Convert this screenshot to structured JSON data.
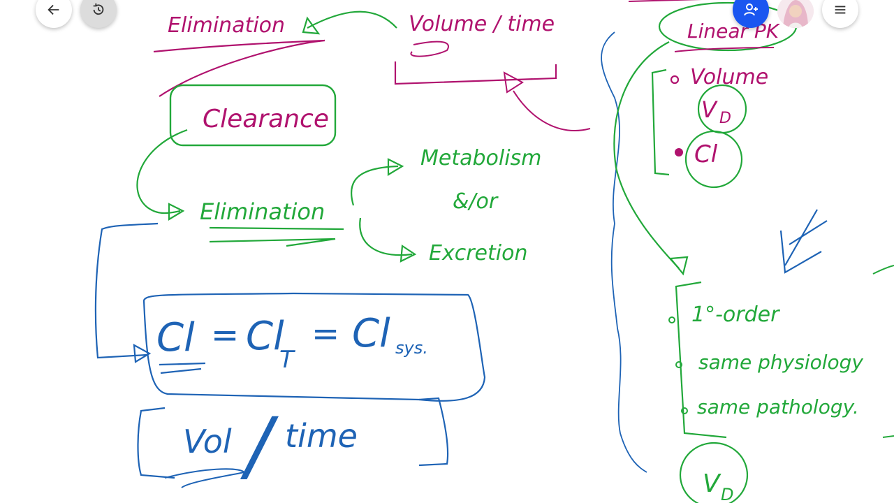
{
  "toolbar": {
    "back_icon": "arrow-left-icon",
    "history_icon": "history-icon",
    "add_user_icon": "person-add-icon",
    "menu_icon": "hamburger-icon"
  },
  "colors": {
    "magenta": "#b0126e",
    "green": "#22a83a",
    "blue": "#1e63b5",
    "accent": "#1a56f0"
  },
  "notes": {
    "elimination_top": "Elimination",
    "volume_time": "Volume / time",
    "clearance": "Clearance",
    "elimination_mid": "Elimination",
    "metabolism": "Metabolism",
    "and_or": "&/or",
    "excretion": "Excretion",
    "cl": "Cl",
    "eq1": "=",
    "cl_t": "Cl",
    "t_sub": "T",
    "eq2": "=",
    "cl_sys": "Cl",
    "sys_sub": "sys.",
    "vol": "Vol",
    "slash": "/",
    "time": "time",
    "linear_pk": "Linear PK",
    "volume_right": "Volume",
    "vd": "V",
    "vd_sub": "D",
    "cl_right": "Cl",
    "first_order": "1°-order",
    "same_physiology": "same physiology",
    "same_pathology": "same pathology.",
    "vd_bottom": "V",
    "vd_bottom_sub": "D"
  }
}
